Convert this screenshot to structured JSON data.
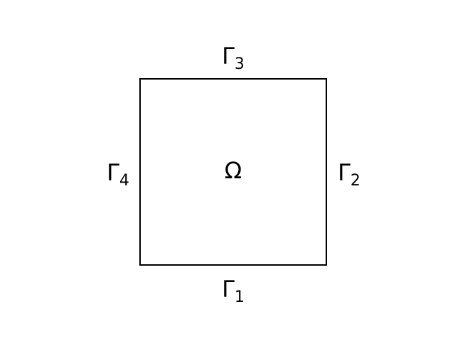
{
  "domain": {
    "symbol": "Ω"
  },
  "boundaries": {
    "bottom": {
      "symbol": "Γ",
      "index": "1"
    },
    "right": {
      "symbol": "Γ",
      "index": "2"
    },
    "top": {
      "symbol": "Γ",
      "index": "3"
    },
    "left": {
      "symbol": "Γ",
      "index": "4"
    }
  },
  "colors": {
    "stroke": "#000000",
    "background": "#ffffff"
  }
}
